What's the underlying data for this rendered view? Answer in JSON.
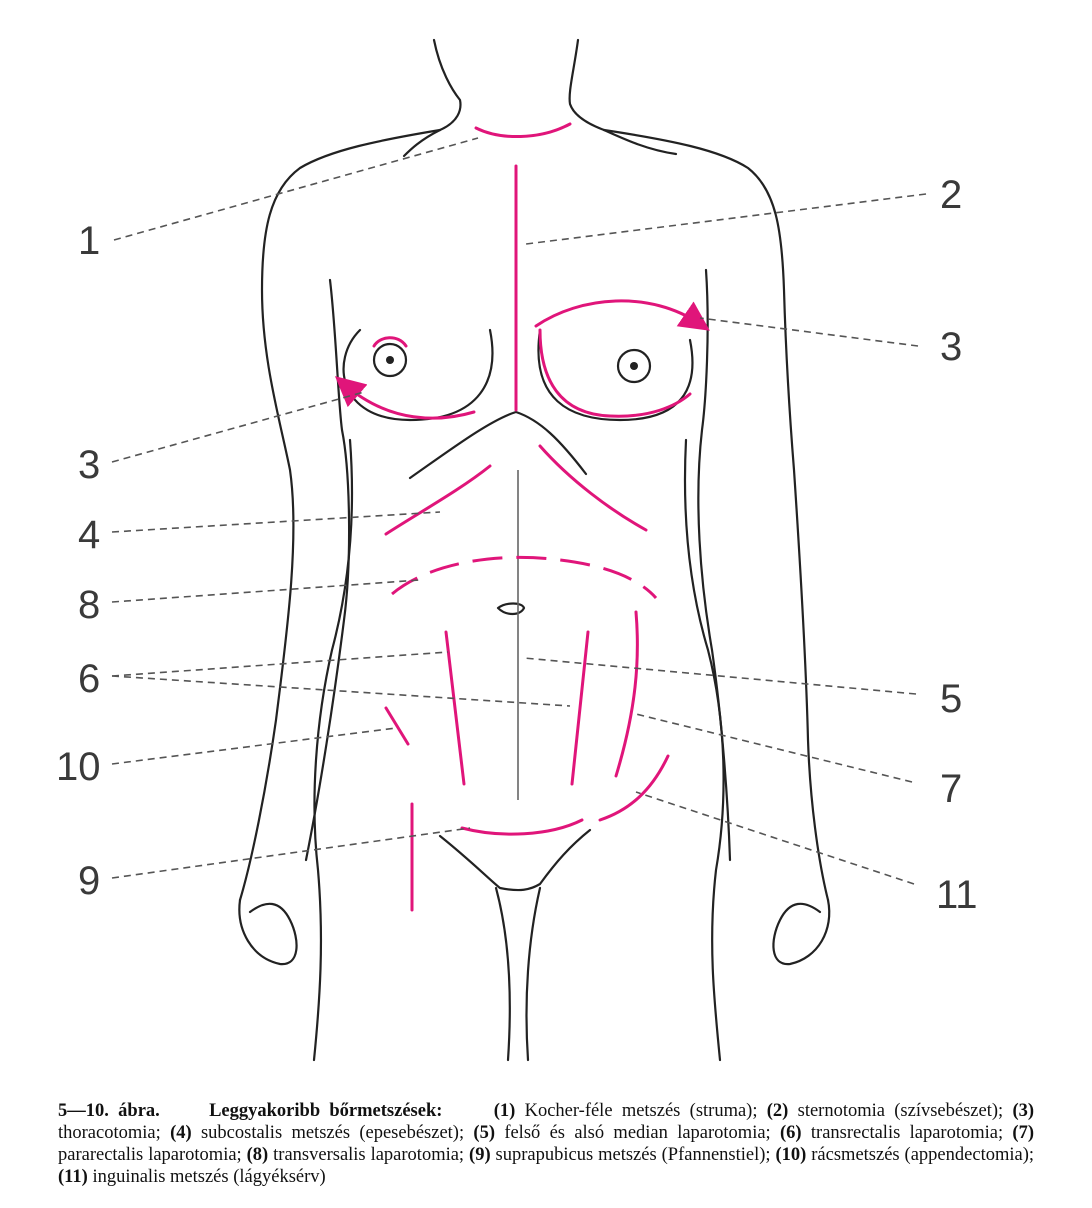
{
  "figure": {
    "colors": {
      "incision": "#e0157a",
      "outline": "#222222",
      "leader": "#555555"
    },
    "labels": [
      {
        "id": "1",
        "text": "1"
      },
      {
        "id": "2",
        "text": "2"
      },
      {
        "id": "3a",
        "text": "3"
      },
      {
        "id": "3b",
        "text": "3"
      },
      {
        "id": "4",
        "text": "4"
      },
      {
        "id": "8",
        "text": "8"
      },
      {
        "id": "6",
        "text": "6"
      },
      {
        "id": "5",
        "text": "5"
      },
      {
        "id": "10",
        "text": "10"
      },
      {
        "id": "7",
        "text": "7"
      },
      {
        "id": "9",
        "text": "9"
      },
      {
        "id": "11",
        "text": "11"
      }
    ]
  },
  "caption": {
    "figure_no": "5—10. ábra.",
    "heading": "Leggyakoribb bőrmetszések:",
    "items": [
      {
        "num": "(1)",
        "text": " Kocher-féle metszés (struma); "
      },
      {
        "num": "(2)",
        "text": " sternotomia (szívsebészet); "
      },
      {
        "num": "(3)",
        "text": " thoracotomia; "
      },
      {
        "num": "(4)",
        "text": " subcostalis metszés (epesebészet); "
      },
      {
        "num": "(5)",
        "text": " felső és alsó median laparotomia; "
      },
      {
        "num": "(6)",
        "text": " transrectalis laparotomia; "
      },
      {
        "num": "(7)",
        "text": " pararectalis laparotomia; "
      },
      {
        "num": "(8)",
        "text": " transversalis laparotomia; "
      },
      {
        "num": "(9)",
        "text": " suprapubicus metszés (Pfannenstiel); "
      },
      {
        "num": "(10)",
        "text": " rácsmetszés (appendectomia); "
      },
      {
        "num": "(11)",
        "text": " inguinalis metszés (lágyéksérv)"
      }
    ]
  }
}
